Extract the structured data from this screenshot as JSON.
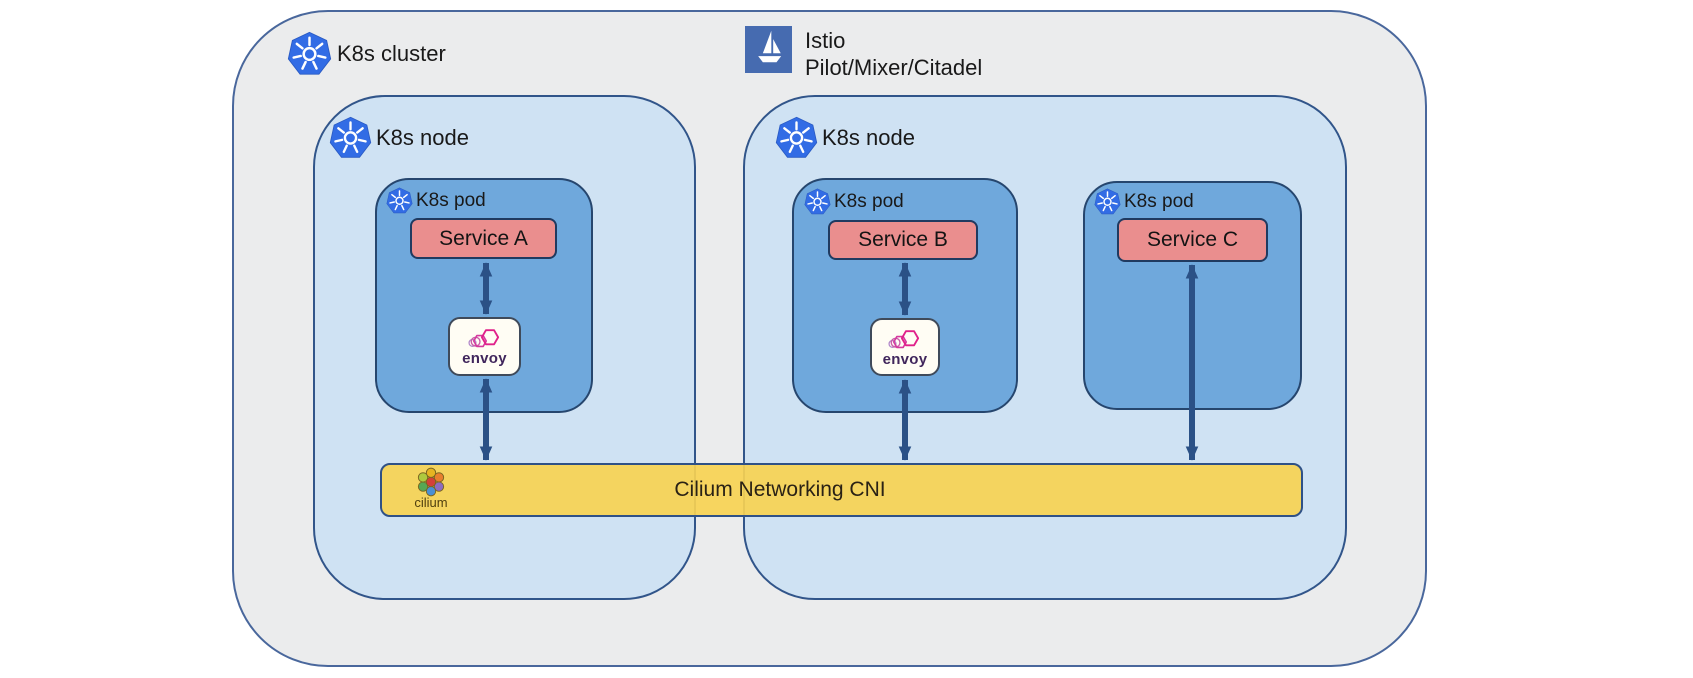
{
  "cluster_label": "K8s cluster",
  "istio": {
    "title": "Istio",
    "subtitle": "Pilot/Mixer/Citadel"
  },
  "nodes": [
    {
      "label": "K8s node"
    },
    {
      "label": "K8s node"
    }
  ],
  "pods": [
    {
      "label": "K8s pod",
      "service": "Service A",
      "sidecar": "envoy"
    },
    {
      "label": "K8s pod",
      "service": "Service B",
      "sidecar": "envoy"
    },
    {
      "label": "K8s pod",
      "service": "Service C"
    }
  ],
  "cilium": {
    "logo_label": "cilium",
    "bar_label": "Cilium Networking CNI"
  },
  "icons": {
    "k8s-logo-icon": "blue heptagon with white ship wheel",
    "istio-sailboat-icon": "white sailboat on steel-blue square",
    "envoy-logo-icon": "pink hexagonal cubes",
    "cilium-logo-icon": "seven colored circles in hexagon flower"
  },
  "colors": {
    "cluster_fill": "#ebeced",
    "node_fill": "#cfe2f3",
    "pod_fill": "#6fa8dc",
    "service_fill": "#ea8e8e",
    "cilium_bar_fill": "#f6d252",
    "arrow": "#2b5186",
    "k8s_blue": "#326ce5",
    "istio_blue": "#466bb0",
    "envoy_pink": "#e0218a"
  }
}
